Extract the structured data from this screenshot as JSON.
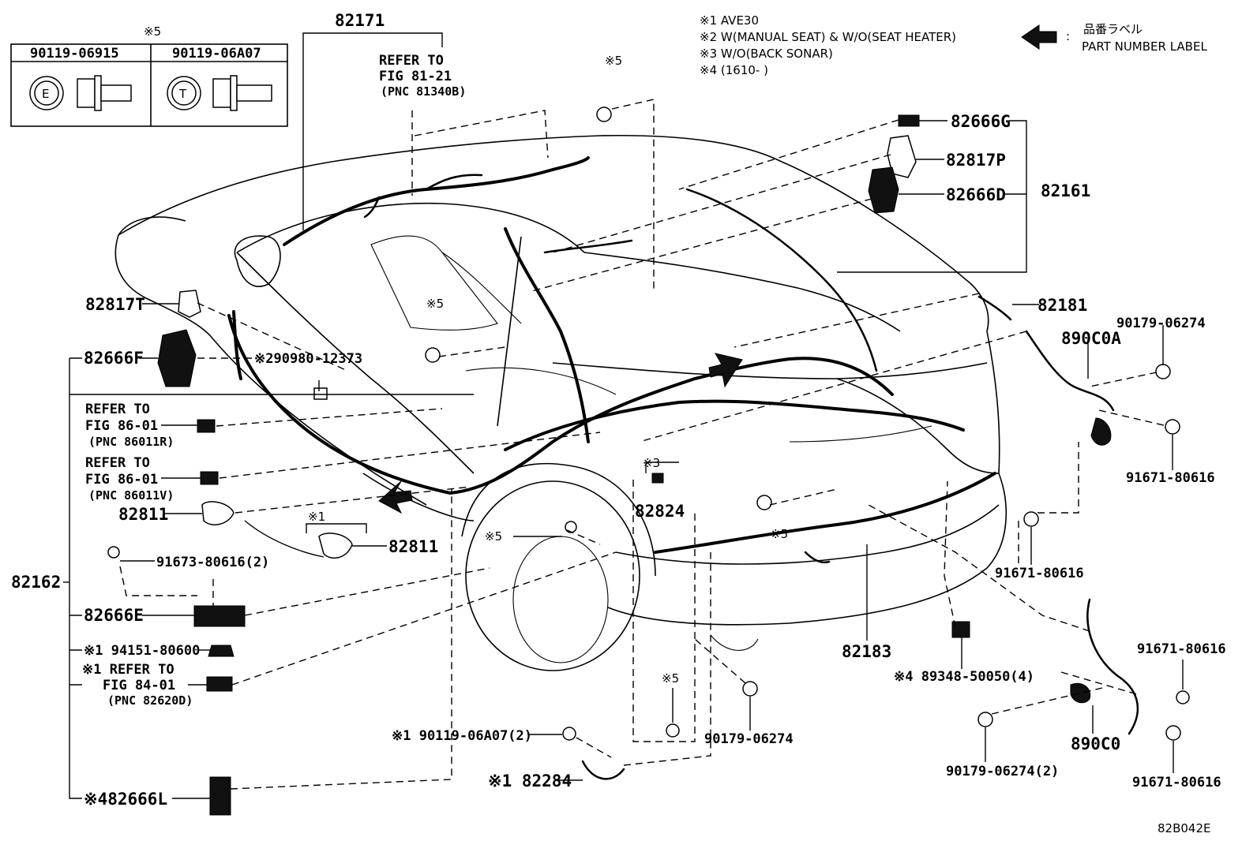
{
  "fastener_table": {
    "note_mark": "※5",
    "col1_part": "90119-06915",
    "col2_part": "90119-06A07",
    "col1_symbol": "E",
    "col2_symbol": "T"
  },
  "notes": [
    "※1 AVE30",
    "※2 W(MANUAL SEAT) & W/O(SEAT HEATER)",
    "※3 W/O(BACK SONAR)",
    "※4 (1610-      )"
  ],
  "legend": {
    "colon": ":",
    "label_jp": "品番ラベル",
    "label_en": "PART NUMBER LABEL"
  },
  "refs": {
    "ref1": {
      "line1": "REFER TO",
      "line2": "FIG 81-21",
      "line3": "(PNC 81340B)"
    },
    "ref2": {
      "line1": "REFER TO",
      "line2": "FIG 86-01",
      "line3": "(PNC 86011R)"
    },
    "ref3": {
      "line1": "REFER TO",
      "line2": "FIG 86-01",
      "line3": "(PNC 86011V)"
    },
    "ref4": {
      "line1": "※1 REFER TO",
      "line2": "FIG 84-01",
      "line3": "(PNC 82620D)"
    }
  },
  "labels": {
    "p82171": "82171",
    "p82666G": "82666G",
    "p82817P": "82817P",
    "p82666D": "82666D",
    "p82161": "82161",
    "p82181": "82181",
    "p90179a": "90179-06274",
    "p890C0A": "890C0A",
    "p91671a": "91671-80616",
    "p91671b": "91671-80616",
    "p91671c": "91671-80616",
    "p91671d": "91671-80616",
    "p82817T": "82817T",
    "p82666F": "82666F",
    "p290980": "※290980-12373",
    "p82811a": "82811",
    "p82811b": "82811",
    "m1": "※1",
    "p82162": "82162",
    "p91673": "91673-80616(2)",
    "p82666E": "82666E",
    "p94151": "※1 94151-80600",
    "p82666L": "※482666L",
    "p82824": "82824",
    "m3": "※3",
    "m5a": "※5",
    "m5b": "※5",
    "m5c": "※5",
    "m5d": "※5",
    "m5e": "※5",
    "p90119": "※1 90119-06A07(2)",
    "p82284": "※1 82284",
    "p90179b": "90179-06274",
    "p82183": "82183",
    "p89348": "※4 89348-50050(4)",
    "p90179c": "90179-06274(2)",
    "p890C0": "890C0",
    "code": "82B042E"
  }
}
